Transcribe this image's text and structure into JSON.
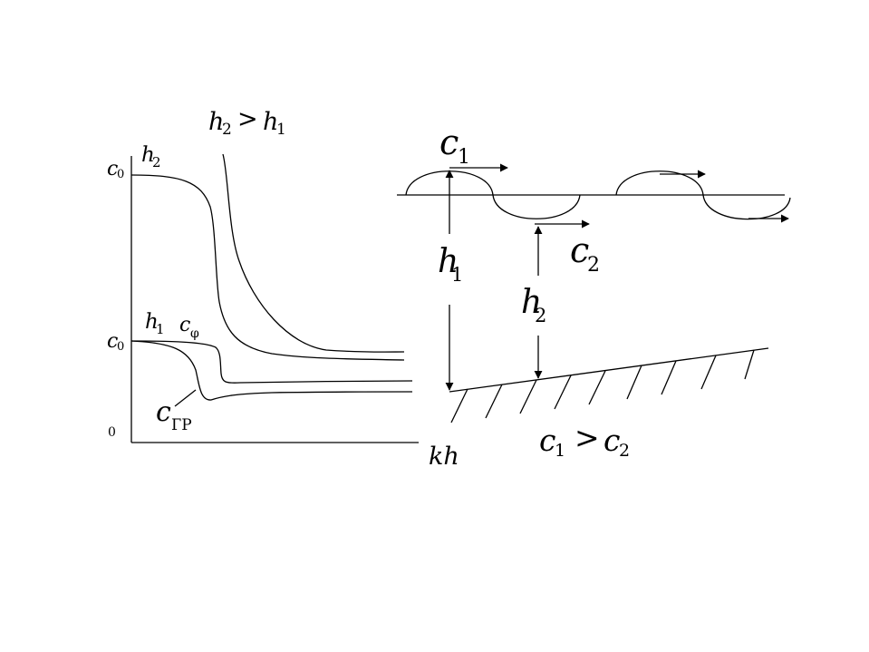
{
  "left_plot": {
    "header": {
      "a": "h",
      "a_sub": "2",
      "op": ">",
      "b": "h",
      "b_sub": "1"
    },
    "y_top": {
      "base": "c",
      "sub": "0"
    },
    "y_mid": {
      "base": "c",
      "sub": "0"
    },
    "y_zero": "0",
    "curve_h2": {
      "base": "h",
      "sub": "2"
    },
    "curve_h1": {
      "base": "h",
      "sub": "1"
    },
    "phase_speed": {
      "base": "c",
      "sub": "φ"
    },
    "group_speed": {
      "base": "c",
      "sub": "ГР"
    },
    "x_axis": "kh"
  },
  "right_diagram": {
    "c1": {
      "base": "c",
      "sub": "1"
    },
    "c2": {
      "base": "c",
      "sub": "2"
    },
    "h1": {
      "base": "h",
      "sub": "1"
    },
    "h2": {
      "base": "h",
      "sub": "2"
    },
    "relation": {
      "a": "c",
      "a_sub": "1",
      "op": ">",
      "b": "c",
      "b_sub": "2"
    }
  }
}
